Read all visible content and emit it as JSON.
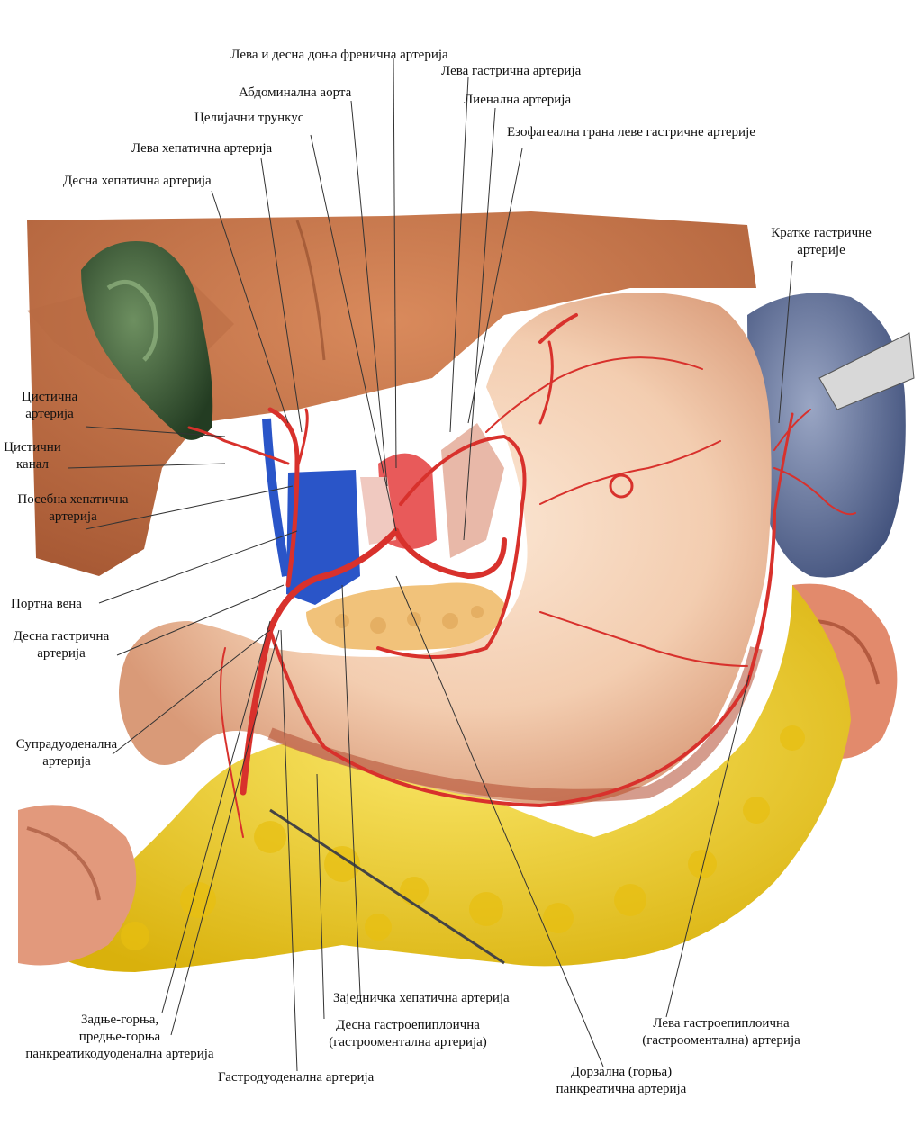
{
  "labels": {
    "phrenic": "Лева и десна доња френична артерија",
    "left_gastric": "Лева гастрична артерија",
    "aorta": "Абдоминална аорта",
    "splenic": "Лиенална артерија",
    "celiac": "Целијачни трункус",
    "esophageal": "Езофагеална грана леве гастричне артерије",
    "left_hepatic": "Лева хепатична артерија",
    "right_hepatic": "Десна хепатична артерија",
    "short_gastric_1": "Кратке гастричне",
    "short_gastric_2": "артерије",
    "cystic_artery_1": "Цистична",
    "cystic_artery_2": "артерија",
    "cystic_duct_1": "Цистични",
    "cystic_duct_2": "канал",
    "proper_hepatic_1": "Посебна хепатична",
    "proper_hepatic_2": "артерија",
    "portal_vein": "Портна вена",
    "right_gastric_1": "Десна гастрична",
    "right_gastric_2": "артерија",
    "supraduodenal_1": "Супрадуоденална",
    "supraduodenal_2": "артерија",
    "common_hepatic": "Заједничка хепатична артерија",
    "right_gastroepiploic_1": "Десна гастроепиплоична",
    "right_gastroepiploic_2": "(гастрооментална артерија)",
    "left_gastroepiploic_1": "Лева гастроепиплоична",
    "left_gastroepiploic_2": "(гастрооментална) артерија",
    "pancreaticoduodenal_1": "Задње-горња,",
    "pancreaticoduodenal_2": "предње-горња",
    "pancreaticoduodenal_3": "панкреатикодуоденална артерија",
    "gastroduodenal": "Гастродуоденална артерија",
    "dorsal_pancreatic_1": "Дорзална (горња)",
    "dorsal_pancreatic_2": "панкреатична артерија"
  },
  "colors": {
    "leader_line": "#333333",
    "liver": "#c9794f",
    "stomach": "#f4cfb0",
    "artery": "#d8312c",
    "spleen": "#6f7fa6",
    "portal_vein": "#2a55c8",
    "gallbladder": "#3f6a3a",
    "omentum_fat": "#f2d21e"
  }
}
